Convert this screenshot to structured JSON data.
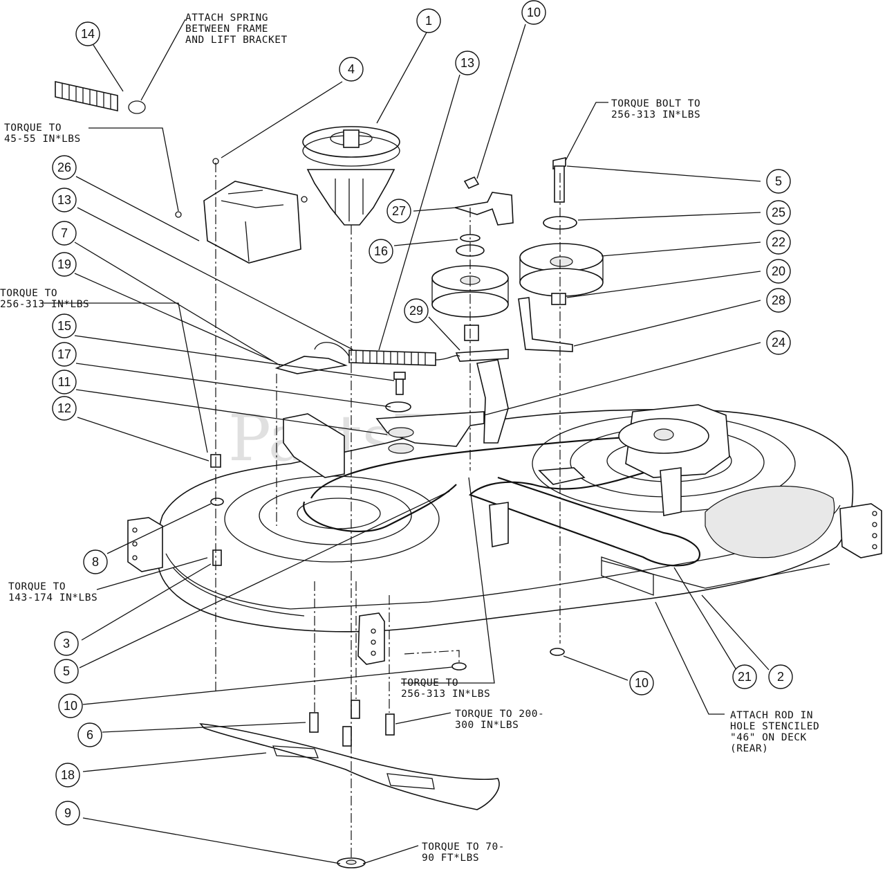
{
  "watermark": "PartsTree",
  "notes": {
    "attach_spring": "ATTACH SPRING\nBETWEEN FRAME\nAND LIFT BRACKET",
    "torque_45_55": "TORQUE TO\n45-55 IN*LBS",
    "torque_256_313_left": "TORQUE TO\n256-313 IN*LBS",
    "torque_bolt": "TORQUE BOLT TO\n256-313 IN*LBS",
    "torque_143_174": "TORQUE TO\n143-174 IN*LBS",
    "torque_256_313_bottom": "TORQUE TO\n256-313 IN*LBS",
    "torque_200_300": "TORQUE TO 200-\n300 IN*LBS",
    "attach_rod": "ATTACH ROD IN\nHOLE STENCILED\n\"46\" ON DECK\n(REAR)",
    "torque_70_90": "TORQUE TO 70-\n90 FT*LBS"
  },
  "callouts": [
    {
      "id": "c14",
      "label": "14"
    },
    {
      "id": "c1",
      "label": "1"
    },
    {
      "id": "c10a",
      "label": "10"
    },
    {
      "id": "c4",
      "label": "4"
    },
    {
      "id": "c13a",
      "label": "13"
    },
    {
      "id": "c26",
      "label": "26"
    },
    {
      "id": "c13b",
      "label": "13"
    },
    {
      "id": "c7",
      "label": "7"
    },
    {
      "id": "c19",
      "label": "19"
    },
    {
      "id": "c15",
      "label": "15"
    },
    {
      "id": "c17",
      "label": "17"
    },
    {
      "id": "c11",
      "label": "11"
    },
    {
      "id": "c12",
      "label": "12"
    },
    {
      "id": "c27",
      "label": "27"
    },
    {
      "id": "c16",
      "label": "16"
    },
    {
      "id": "c29",
      "label": "29"
    },
    {
      "id": "c5a",
      "label": "5"
    },
    {
      "id": "c25",
      "label": "25"
    },
    {
      "id": "c22",
      "label": "22"
    },
    {
      "id": "c20",
      "label": "20"
    },
    {
      "id": "c28",
      "label": "28"
    },
    {
      "id": "c24",
      "label": "24"
    },
    {
      "id": "c8",
      "label": "8"
    },
    {
      "id": "c3",
      "label": "3"
    },
    {
      "id": "c5b",
      "label": "5"
    },
    {
      "id": "c10b",
      "label": "10"
    },
    {
      "id": "c6",
      "label": "6"
    },
    {
      "id": "c18",
      "label": "18"
    },
    {
      "id": "c9",
      "label": "9"
    },
    {
      "id": "c10c",
      "label": "10"
    },
    {
      "id": "c21",
      "label": "21"
    },
    {
      "id": "c2",
      "label": "2"
    }
  ]
}
